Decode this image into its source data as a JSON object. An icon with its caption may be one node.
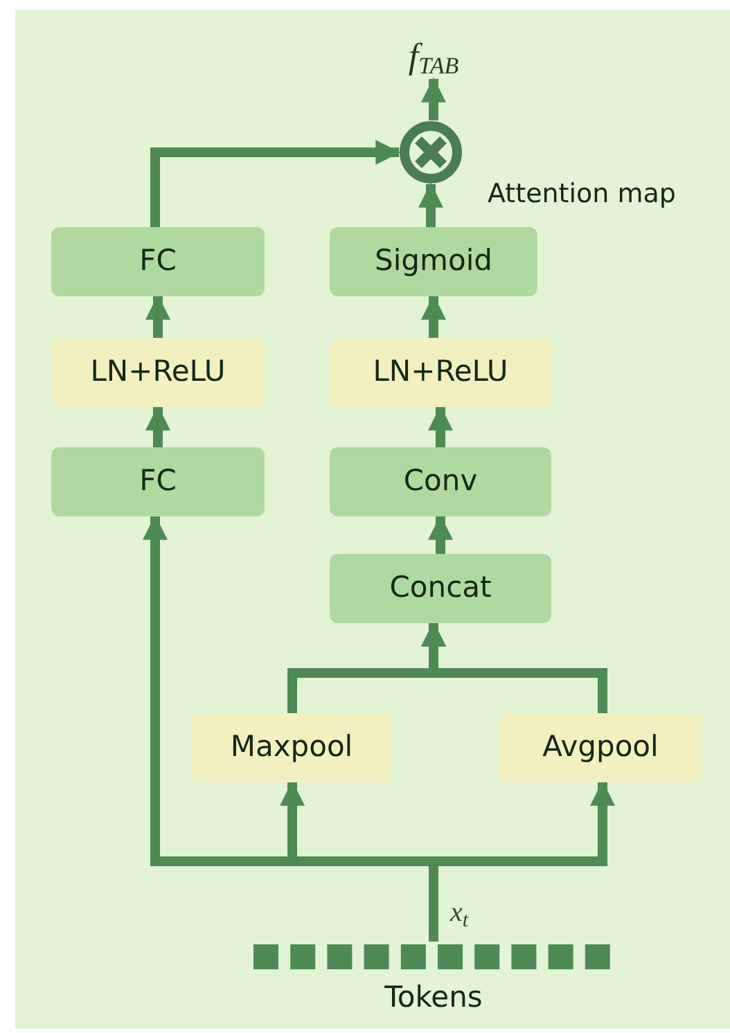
{
  "diagram": {
    "nodes": [
      {
        "text": [
          "FC"
        ]
      },
      {
        "text": [
          "Sigmoid"
        ]
      },
      {
        "text": [
          "LN+ReLU"
        ]
      },
      {
        "text": [
          "LN+ReLU"
        ]
      },
      {
        "text": [
          "FC"
        ]
      },
      {
        "text": [
          "Conv"
        ]
      },
      {
        "text": [
          "Concat"
        ]
      },
      {
        "text": [
          "Maxpool"
        ]
      },
      {
        "text": [
          "Avgpool"
        ]
      },
      {
        "text": [],
        "shape": "circle"
      },
      {
        "text": [
          "Tokens"
        ]
      },
      {
        "text": [
          "f$_{TAB}$"
        ]
      }
    ],
    "edges": [
      {
        "from": 10,
        "to": 4,
        "arrow": "to"
      },
      {
        "from": 10,
        "to": 7,
        "arrow": "to"
      },
      {
        "from": 10,
        "to": 8,
        "arrow": "to"
      },
      {
        "from": 4,
        "to": 2,
        "arrow": "to"
      },
      {
        "from": 2,
        "to": 0,
        "arrow": "to"
      },
      {
        "from": 0,
        "to": 9,
        "arrow": "to"
      },
      {
        "from": 7,
        "to": 6,
        "arrow": "to"
      },
      {
        "from": 8,
        "to": 6,
        "arrow": "to"
      },
      {
        "from": 6,
        "to": 5,
        "arrow": "to"
      },
      {
        "from": 5,
        "to": 3,
        "arrow": "to"
      },
      {
        "from": 3,
        "to": 1,
        "arrow": "to"
      },
      {
        "from": 1,
        "to": 9,
        "arrow": "to"
      },
      {
        "from": 9,
        "to": 11,
        "arrow": "to"
      }
    ],
    "labels": [
      "Attention map",
      "x$_{t}$"
    ]
  }
}
